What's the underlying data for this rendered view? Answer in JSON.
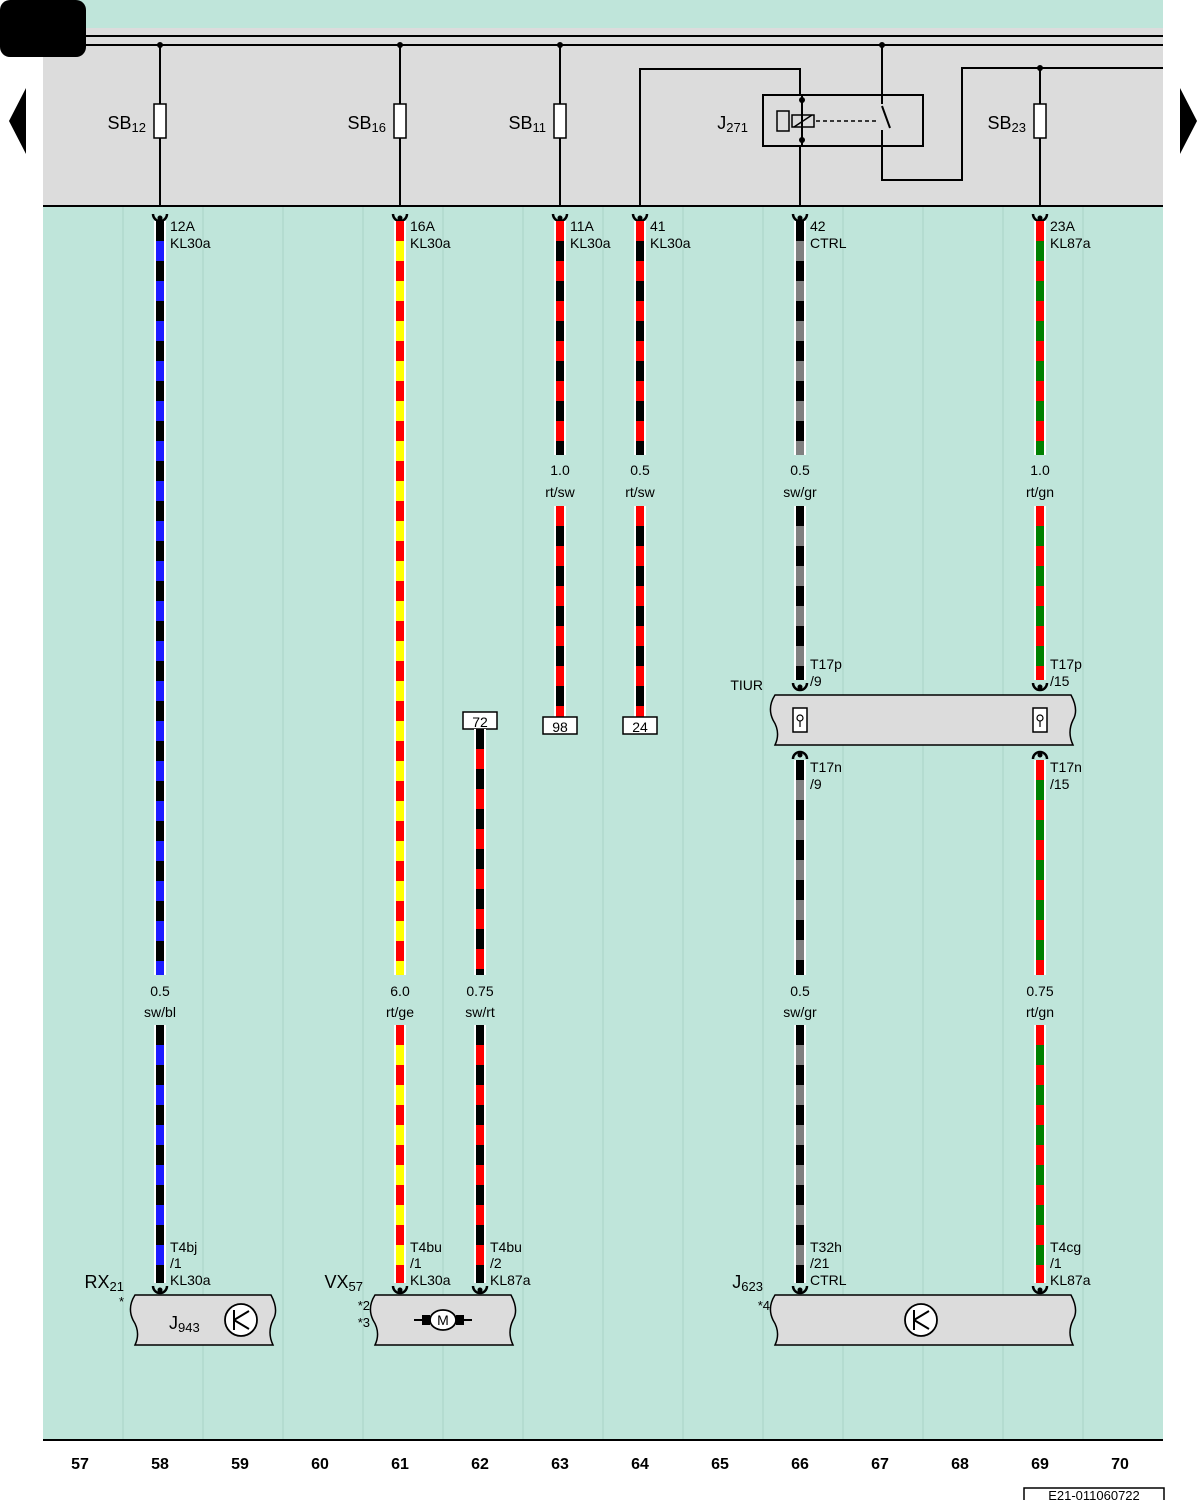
{
  "page": {
    "prev_icon": "triangle-left-icon",
    "next_icon": "triangle-right-icon",
    "corner_tab_icon": "page-tab-icon",
    "doc_id": "E21-011060722",
    "colors": {
      "background": "#bfe5da",
      "fuse_panel": "#dcdcdc",
      "component_box": "#dcdcdc",
      "line": "#000000"
    }
  },
  "columns": [
    "57",
    "58",
    "59",
    "60",
    "61",
    "62",
    "63",
    "64",
    "65",
    "66",
    "67",
    "68",
    "69",
    "70"
  ],
  "fuse_panel": {
    "fuses": [
      {
        "id": "sb12",
        "main": "SB",
        "sub": "12"
      },
      {
        "id": "sb16",
        "main": "SB",
        "sub": "16"
      },
      {
        "id": "sb11",
        "main": "SB",
        "sub": "11"
      },
      {
        "id": "sb23",
        "main": "SB",
        "sub": "23"
      }
    ],
    "relay": {
      "main": "J",
      "sub": "271",
      "icon": "relay-coil-switch-icon"
    }
  },
  "wires": [
    {
      "id": "w58",
      "colors": [
        "#000000",
        "#1c1cff"
      ],
      "top": {
        "pin": "12A",
        "terminal": "KL30a"
      },
      "mid": {
        "size": "0.5",
        "color_code": "sw/bl"
      },
      "bottom": {
        "conn": "T4bj",
        "pin": "/1",
        "terminal": "KL30a"
      }
    },
    {
      "id": "w61",
      "colors": [
        "#ff0000",
        "#ffff00"
      ],
      "top": {
        "pin": "16A",
        "terminal": "KL30a"
      },
      "mid": {
        "size": "6.0",
        "color_code": "rt/ge"
      },
      "bottom": {
        "conn": "T4bu",
        "pin": "/1",
        "terminal": "KL30a"
      }
    },
    {
      "id": "w62",
      "colors": [
        "#000000",
        "#ff0000"
      ],
      "top": {
        "ref": "72"
      },
      "mid": {
        "size": "0.75",
        "color_code": "sw/rt"
      },
      "bottom": {
        "conn": "T4bu",
        "pin": "/2",
        "terminal": "KL87a"
      }
    },
    {
      "id": "w63",
      "colors": [
        "#ff0000",
        "#000000"
      ],
      "top": {
        "pin": "11A",
        "terminal": "KL30a"
      },
      "mid": {
        "size": "1.0",
        "color_code": "rt/sw"
      },
      "bottom": {
        "ref": "98"
      }
    },
    {
      "id": "w64",
      "colors": [
        "#ff0000",
        "#000000"
      ],
      "top": {
        "pin": "41",
        "terminal": "KL30a"
      },
      "mid": {
        "size": "0.5",
        "color_code": "rt/sw"
      },
      "bottom": {
        "ref": "24"
      }
    },
    {
      "id": "w66",
      "colors": [
        "#000000",
        "#808080"
      ],
      "top": {
        "pin": "42",
        "terminal": "CTRL"
      },
      "mid": {
        "size": "0.5",
        "color_code": "sw/gr"
      },
      "conn_upper": {
        "conn": "T17p",
        "pin": "/9"
      },
      "conn_lower": {
        "conn": "T17n",
        "pin": "/9"
      },
      "mid2": {
        "size": "0.5",
        "color_code": "sw/gr"
      },
      "bottom": {
        "conn": "T32h",
        "pin": "/21",
        "terminal": "CTRL"
      }
    },
    {
      "id": "w69",
      "colors": [
        "#ff0000",
        "#008000"
      ],
      "top": {
        "pin": "23A",
        "terminal": "KL87a"
      },
      "mid": {
        "size": "1.0",
        "color_code": "rt/gn"
      },
      "conn_upper": {
        "conn": "T17p",
        "pin": "/15"
      },
      "conn_lower": {
        "conn": "T17n",
        "pin": "/15"
      },
      "mid2": {
        "size": "0.75",
        "color_code": "rt/gn"
      },
      "bottom": {
        "conn": "T4cg",
        "pin": "/1",
        "terminal": "KL87a"
      }
    }
  ],
  "tiur": {
    "label": "TIUR",
    "icon": "connector-socket-icon"
  },
  "components": {
    "rx21": {
      "label_main": "RX",
      "label_sub": "21",
      "note": "*",
      "inner_main": "J",
      "inner_sub": "943",
      "icon": "control-unit-icon"
    },
    "vx57": {
      "label_main": "VX",
      "label_sub": "57",
      "notes": [
        "*2",
        "*3"
      ],
      "icon": "motor-icon",
      "icon_letter": "M"
    },
    "j623": {
      "label_main": "J",
      "label_sub": "623",
      "note": "*4",
      "icon": "control-unit-icon"
    }
  }
}
